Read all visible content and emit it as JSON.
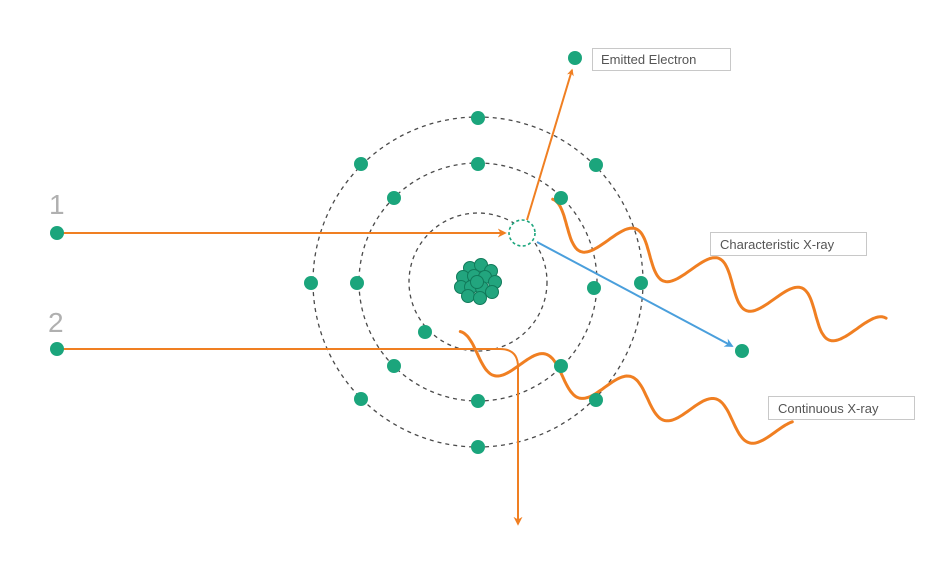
{
  "diagram": {
    "beam_labels": {
      "beam_1": "1",
      "beam_2": "2"
    },
    "callouts": {
      "emitted_electron": "Emitted Electron",
      "characteristic_xray": "Characteristic X-ray",
      "continuous_xray": "Continuous X-ray"
    }
  },
  "colors": {
    "electron": "#1ba57c",
    "nucleus_fill": "#22a57e",
    "nucleus_stroke": "#117a5a",
    "beam": "#f07f22",
    "characteristic_arrow": "#4a9fdc",
    "shell": "#4a4a4a",
    "callout_border": "#c8c8c8",
    "callout_text": "#555555",
    "beam_label": "#b0b0b0"
  }
}
